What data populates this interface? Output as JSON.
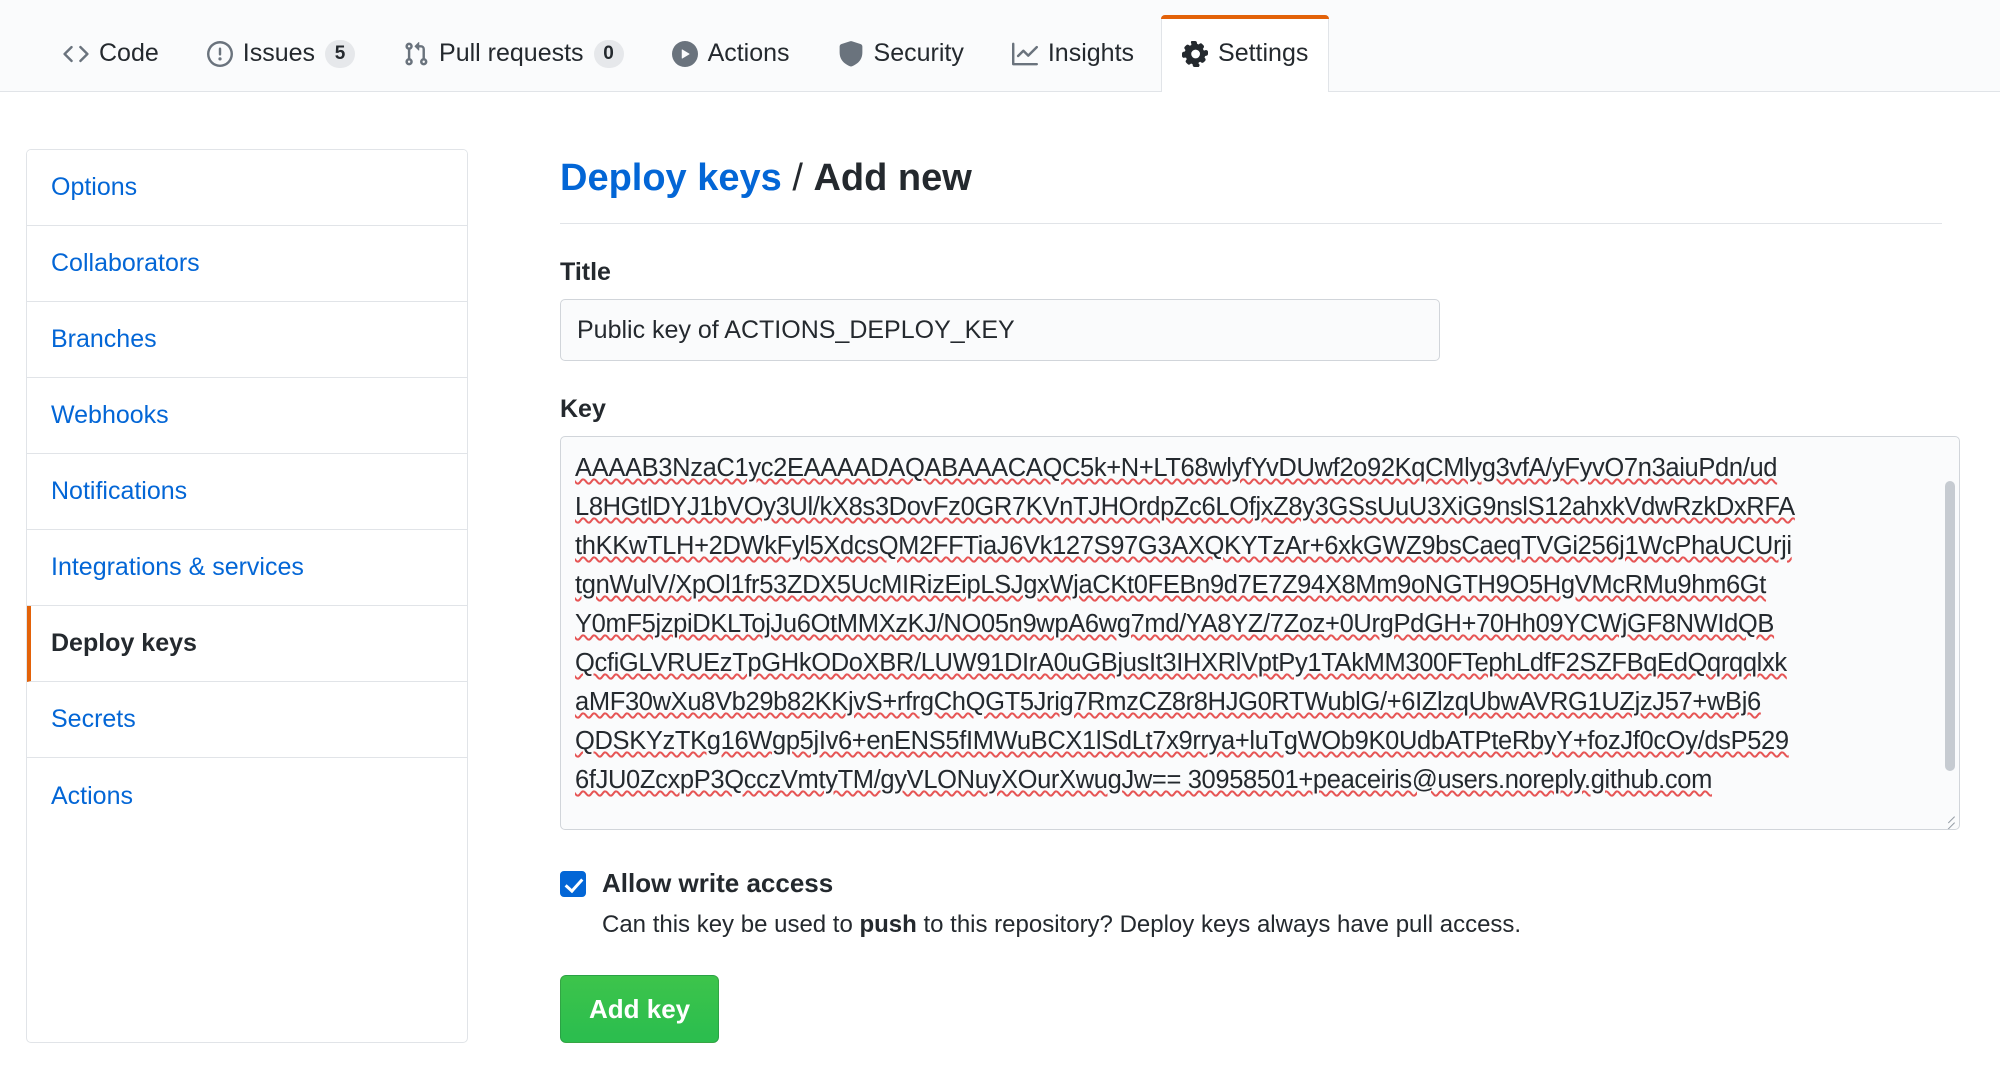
{
  "repo_nav": {
    "tabs": [
      {
        "label": "Code",
        "icon": "code-icon",
        "count": null,
        "active": false
      },
      {
        "label": "Issues",
        "icon": "issue-opened-icon",
        "count": "5",
        "active": false
      },
      {
        "label": "Pull requests",
        "icon": "git-pull-request-icon",
        "count": "0",
        "active": false
      },
      {
        "label": "Actions",
        "icon": "play-icon",
        "count": null,
        "active": false
      },
      {
        "label": "Security",
        "icon": "shield-icon",
        "count": null,
        "active": false
      },
      {
        "label": "Insights",
        "icon": "graph-icon",
        "count": null,
        "active": false
      },
      {
        "label": "Settings",
        "icon": "gear-icon",
        "count": null,
        "active": true
      }
    ]
  },
  "sidebar": {
    "items": [
      {
        "label": "Options",
        "active": false
      },
      {
        "label": "Collaborators",
        "active": false
      },
      {
        "label": "Branches",
        "active": false
      },
      {
        "label": "Webhooks",
        "active": false
      },
      {
        "label": "Notifications",
        "active": false
      },
      {
        "label": "Integrations & services",
        "active": false
      },
      {
        "label": "Deploy keys",
        "active": true
      },
      {
        "label": "Secrets",
        "active": false
      },
      {
        "label": "Actions",
        "active": false
      }
    ]
  },
  "main": {
    "heading_link": "Deploy keys",
    "heading_sep": " / ",
    "heading_current": "Add new",
    "title_label": "Title",
    "title_value": "Public key of ACTIONS_DEPLOY_KEY",
    "title_placeholder": "",
    "key_label": "Key",
    "key_lines": [
      "AAAAB3NzaC1yc2EAAAADAQABAAACAQC5k+N+LT68wlyfYvDUwf2o92KqCMlyg3vfA/yFyvO7n3aiuPdn/ud",
      "L8HGtlDYJ1bVOy3Ul/kX8s3DovFz0GR7KVnTJHOrdpZc6LOfjxZ8y3GSsUuU3XiG9nslS12ahxkVdwRzkDxRFA",
      "thKKwTLH+2DWkFyl5XdcsQM2FFTiaJ6Vk127S97G3AXQKYTzAr+6xkGWZ9bsCaeqTVGi256j1WcPhaUCUrji",
      "tgnWulV/XpOl1fr53ZDX5UcMIRizEipLSJgxWjaCKt0FEBn9d7E7Z94X8Mm9oNGTH9O5HgVMcRMu9hm6Gt",
      "Y0mF5jzpiDKLTojJu6OtMMXzKJ/NO05n9wpA6wg7md/YA8YZ/7Zoz+0UrgPdGH+70Hh09YCWjGF8NWIdQB",
      "QcfiGLVRUEzTpGHkODoXBR/LUW91DIrA0uGBjusIt3IHXRlVptPy1TAkMM300FTephLdfF2SZFBqEdQqrqqlxk",
      "aMF30wXu8Vb29b82KKjvS+rfrgChQGT5Jrig7RmzCZ8r8HJG0RTWublG/+6IZlzqUbwAVRG1UZjzJ57+wBj6",
      "QDSKYzTKg16Wgp5jIv6+enENS5fIMWuBCX1lSdLt7x9rrya+luTgWOb9K0UdbATPteRbyY+fozJf0cOy/dsP529",
      "6fJU0ZcxpP3QcczVmtyTM/gyVLONuyXOurXwugJw== 30958501+peaceiris@users.noreply.github.com"
    ],
    "allow_write_label": "Allow write access",
    "help_prefix": "Can this key be used to ",
    "help_bold": "push",
    "help_suffix": " to this repository? Deploy keys always have pull access.",
    "submit_label": "Add key"
  },
  "colors": {
    "accent_orange": "#e36209",
    "link_blue": "#0366d6",
    "button_green": "#2cbe4e",
    "text_dark": "#24292e",
    "border_gray": "#e1e4e8",
    "spellcheck_red": "#e54c4c"
  }
}
